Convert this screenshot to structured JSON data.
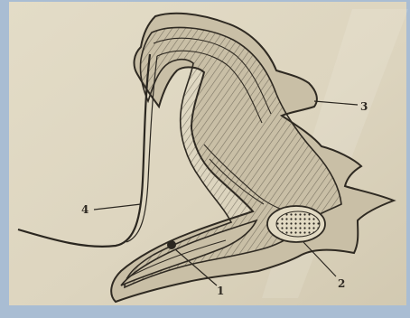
{
  "figure": {
    "labels": {
      "flagellum": "4",
      "undulating_membrane": "3",
      "nucleus": "2",
      "kinetoplast": "1"
    }
  }
}
